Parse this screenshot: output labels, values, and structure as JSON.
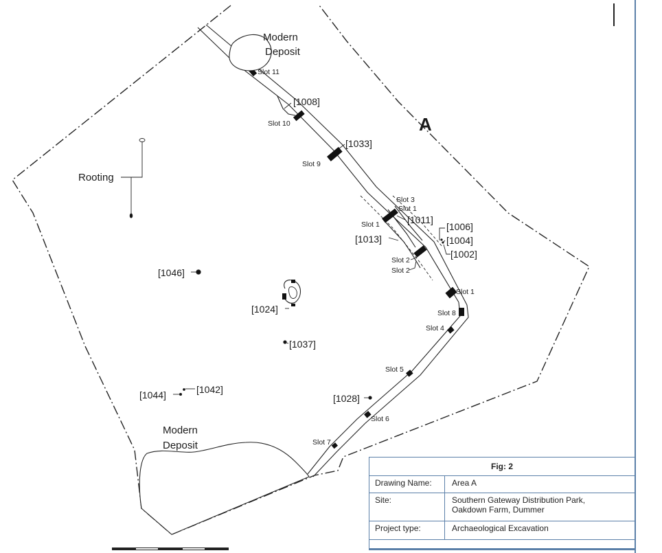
{
  "area_label": "A",
  "features": {
    "deposit_north_line1": "Modern",
    "deposit_north_line2": "Deposit",
    "deposit_south_line1": "Modern",
    "deposit_south_line2": "Deposit",
    "rooting": "Rooting",
    "contexts": [
      "[1008]",
      "[1033]",
      "[1011]",
      "[1013]",
      "[1006]",
      "[1004]",
      "[1002]",
      "[1046]",
      "[1024]",
      "[1037]",
      "[1044]",
      "[1042]",
      "[1028]"
    ],
    "slots": [
      "Slot 11",
      "Slot 10",
      "Slot 9",
      "Slot 3",
      "Slot 1",
      "Slot 1",
      "Slot 2",
      "Slot 2",
      "Slot 1",
      "Slot 8",
      "Slot 4",
      "Slot 5",
      "Slot 6",
      "Slot 7"
    ]
  },
  "title_block": {
    "fig": "Fig: 2",
    "rows": [
      {
        "key": "Drawing Name:",
        "value": "Area A"
      },
      {
        "key": "Site:",
        "value": "Southern Gateway Distribution Park,",
        "value2": "Oakdown Farm, Dummer"
      },
      {
        "key": "Project type:",
        "value": "Archaeological Excavation"
      }
    ]
  },
  "colors": {
    "frame": "#5a7fa8",
    "ink": "#1a1a1a"
  }
}
